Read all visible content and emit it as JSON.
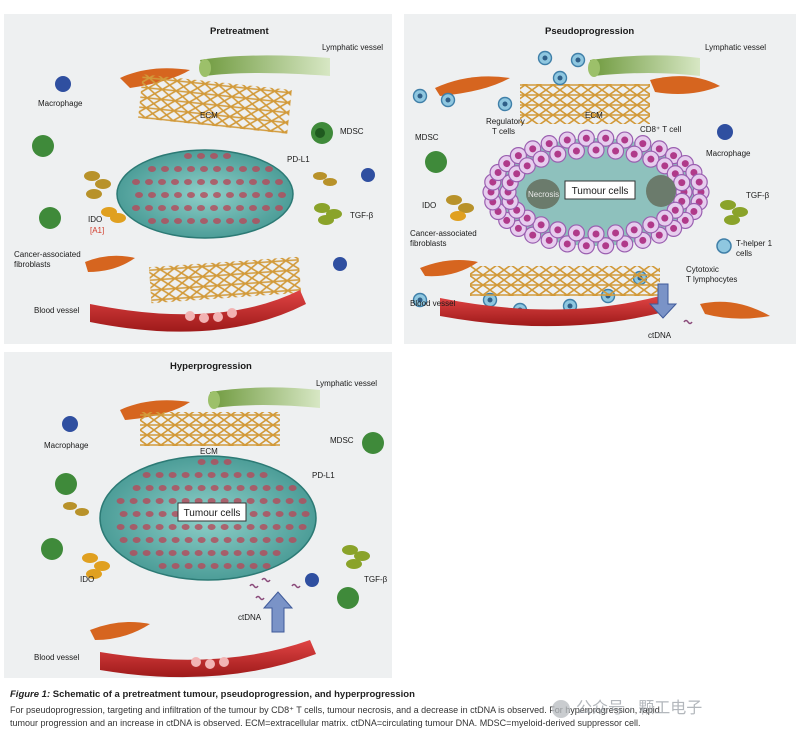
{
  "panels": {
    "pretreatment": {
      "title": "Pretreatment",
      "labels": {
        "lymphatic": "Lymphatic vessel",
        "macrophage": "Macrophage",
        "ecm": "ECM",
        "mdsc": "MDSC",
        "pdl1": "PD-L1",
        "ido": "IDO",
        "ref": "[A1]",
        "tgfb": "TGF-β",
        "caf1": "Cancer-associated",
        "caf2": "fibroblasts",
        "blood": "Blood vessel"
      }
    },
    "pseudoprogression": {
      "title": "Pseudoprogression",
      "labels": {
        "lymphatic": "Lymphatic vessel",
        "treg1": "Regulatory",
        "treg2": "T cells",
        "ecm": "ECM",
        "cd8": "CD8⁺ T cell",
        "mdsc": "MDSC",
        "macrophage": "Macrophage",
        "necrosis": "Necrosis",
        "tumour": "Tumour cells",
        "ido": "IDO",
        "tgfb": "TGF-β",
        "caf1": "Cancer-associated",
        "caf2": "fibroblasts",
        "th1": "T-helper 1",
        "th2": "cells",
        "ctl1": "Cytotoxic",
        "ctl2": "T lymphocytes",
        "blood": "Blood vessel",
        "ctdna": "ctDNA"
      }
    },
    "hyperprogression": {
      "title": "Hyperprogression",
      "labels": {
        "lymphatic": "Lymphatic vessel",
        "macrophage": "Macrophage",
        "ecm": "ECM",
        "mdsc": "MDSC",
        "pdl1": "PD-L1",
        "tumour": "Tumour cells",
        "ido": "IDO",
        "tgfb": "TGF-β",
        "ctdna": "ctDNA",
        "blood": "Blood vessel"
      }
    }
  },
  "caption": {
    "title": "Figure 1:",
    "title_rest": "Schematic of a pretreatment tumour, pseudoprogression, and hyperprogression",
    "line1": "For pseudoprogression, targeting and infiltration of the tumour by CD8⁺ T cells, tumour necrosis, and a decrease in ctDNA is observed. For hyperprogression, rapid",
    "line2": "tumour progression and an increase in ctDNA is observed. ECM=extracellular matrix. ctDNA=circulating tumour DNA. MDSC=myeloid-derived suppressor cell."
  },
  "watermark": "公众号 · 颗工电子",
  "colors": {
    "panel": "#eef0f1",
    "tumour": "#5fb3ae",
    "nucleus": "#b54a5a",
    "vessel": "#c8282a",
    "lymph": "#7da64a",
    "ecm": "#d29a3a",
    "mdsc": "#3f8a3a",
    "macrophage": "#2f4fa0",
    "cd8": "#b07fc0",
    "arrow": "#7a93c7"
  }
}
